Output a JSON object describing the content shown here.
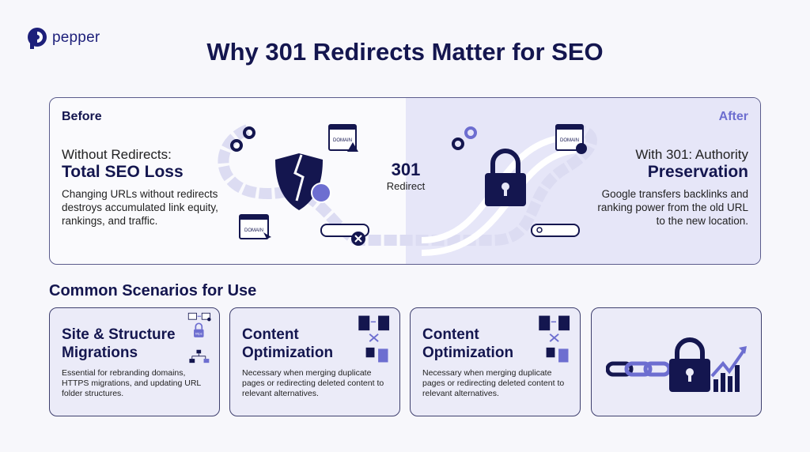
{
  "brand": {
    "name": "pepper"
  },
  "title": "Why 301 Redirects Matter for SEO",
  "comparison": {
    "before": {
      "label": "Before",
      "subtitle": "Without Redirects:",
      "heading": "Total SEO Loss",
      "description": "Changing URLs without redirects destroys accumulated link equity, rankings, and traffic.",
      "icon_text": "DOMAIN"
    },
    "redirect": {
      "number": "301",
      "label": "Redirect"
    },
    "after": {
      "label": "After",
      "subtitle": "With 301: Authority",
      "heading": "Preservation",
      "description": "Google transfers backlinks and ranking power from the old URL to the new location.",
      "icon_text": "DOMAIN"
    }
  },
  "scenarios": {
    "heading": "Common Scenarios for Use",
    "cards": [
      {
        "title": "Site & Structure Migrations",
        "description": "Essential for rebranding domains, HTTPS migrations, and updating URL folder structures.",
        "badge": "https"
      },
      {
        "title": "Content Optimization",
        "description": "Necessary when merging duplicate pages or redirecting deleted content to relevant alternatives."
      },
      {
        "title": "Content Optimization",
        "description": "Necessary when merging duplicate pages or redirecting deleted content to relevant alternatives."
      }
    ]
  },
  "colors": {
    "navy": "#14164f",
    "accent": "#6d6ed0",
    "after_bg": "#e6e6f8",
    "card_bg": "#ebebf8"
  }
}
